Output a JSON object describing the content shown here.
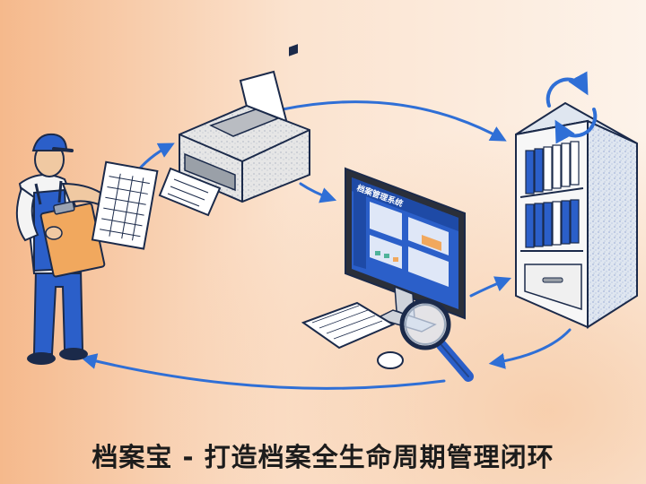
{
  "caption": "档案宝 - 打造档案全生命周期管理闭环",
  "screen_title": "档案管理系统",
  "colors": {
    "flow_arrow": "#2f6fd6",
    "accent_blue": "#2b5fc9",
    "accent_orange": "#f1a85e",
    "background_warm": "#f5b98c",
    "background_light": "#fdf3ea"
  },
  "icons": [
    "worker-with-clipboard",
    "printer-icon",
    "computer-monitor-icon",
    "magnifier-icon",
    "file-cabinet-icon",
    "sync-icon"
  ],
  "stages": [
    "worker",
    "printer",
    "computer",
    "cabinet"
  ]
}
